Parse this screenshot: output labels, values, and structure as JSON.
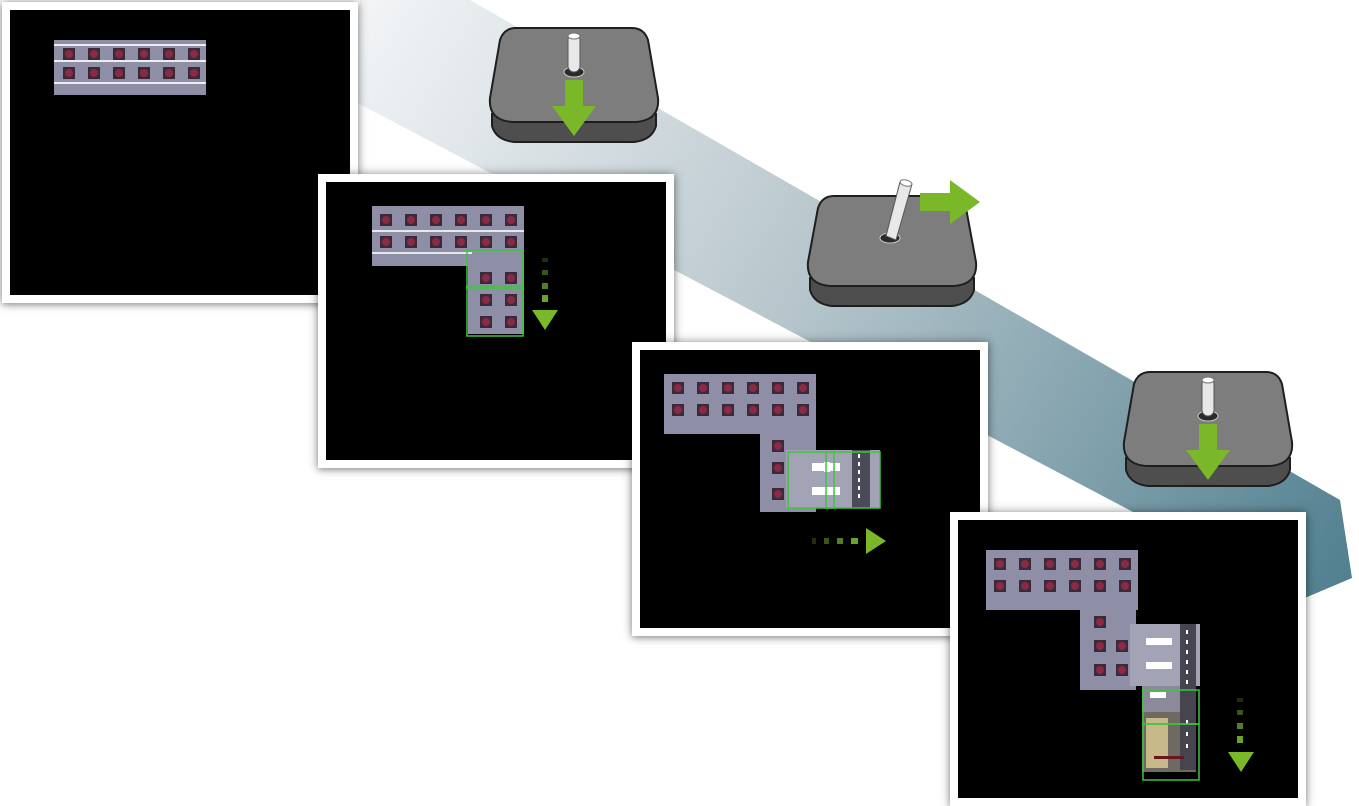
{
  "colors": {
    "accent": "#7ab829",
    "band_start": "#f3f5f7",
    "band_end": "#4e7e8e",
    "joystick_body": "#7d7d7d",
    "panel_background": "#000000",
    "panel_border": "#ffffff",
    "tile": "#8e8fa6",
    "tile_cell_ring": "#ffffff",
    "tile_cell_core": "#8a2a44",
    "scan_frame": "#3cc63c"
  },
  "steps": [
    {
      "joystick": "joystick-down-icon",
      "direction": "down",
      "tiles_shown": 1,
      "scan_arrow": "none"
    },
    {
      "joystick": "joystick-down-icon",
      "direction": "down",
      "tiles_shown": 2,
      "scan_arrow": "arrow-down-dotted-icon"
    },
    {
      "joystick": "joystick-right-icon",
      "direction": "right",
      "tiles_shown": 3,
      "scan_arrow": "arrow-right-dotted-icon"
    },
    {
      "joystick": "joystick-down-icon",
      "direction": "down",
      "tiles_shown": 4,
      "scan_arrow": "arrow-down-dotted-icon"
    }
  ]
}
